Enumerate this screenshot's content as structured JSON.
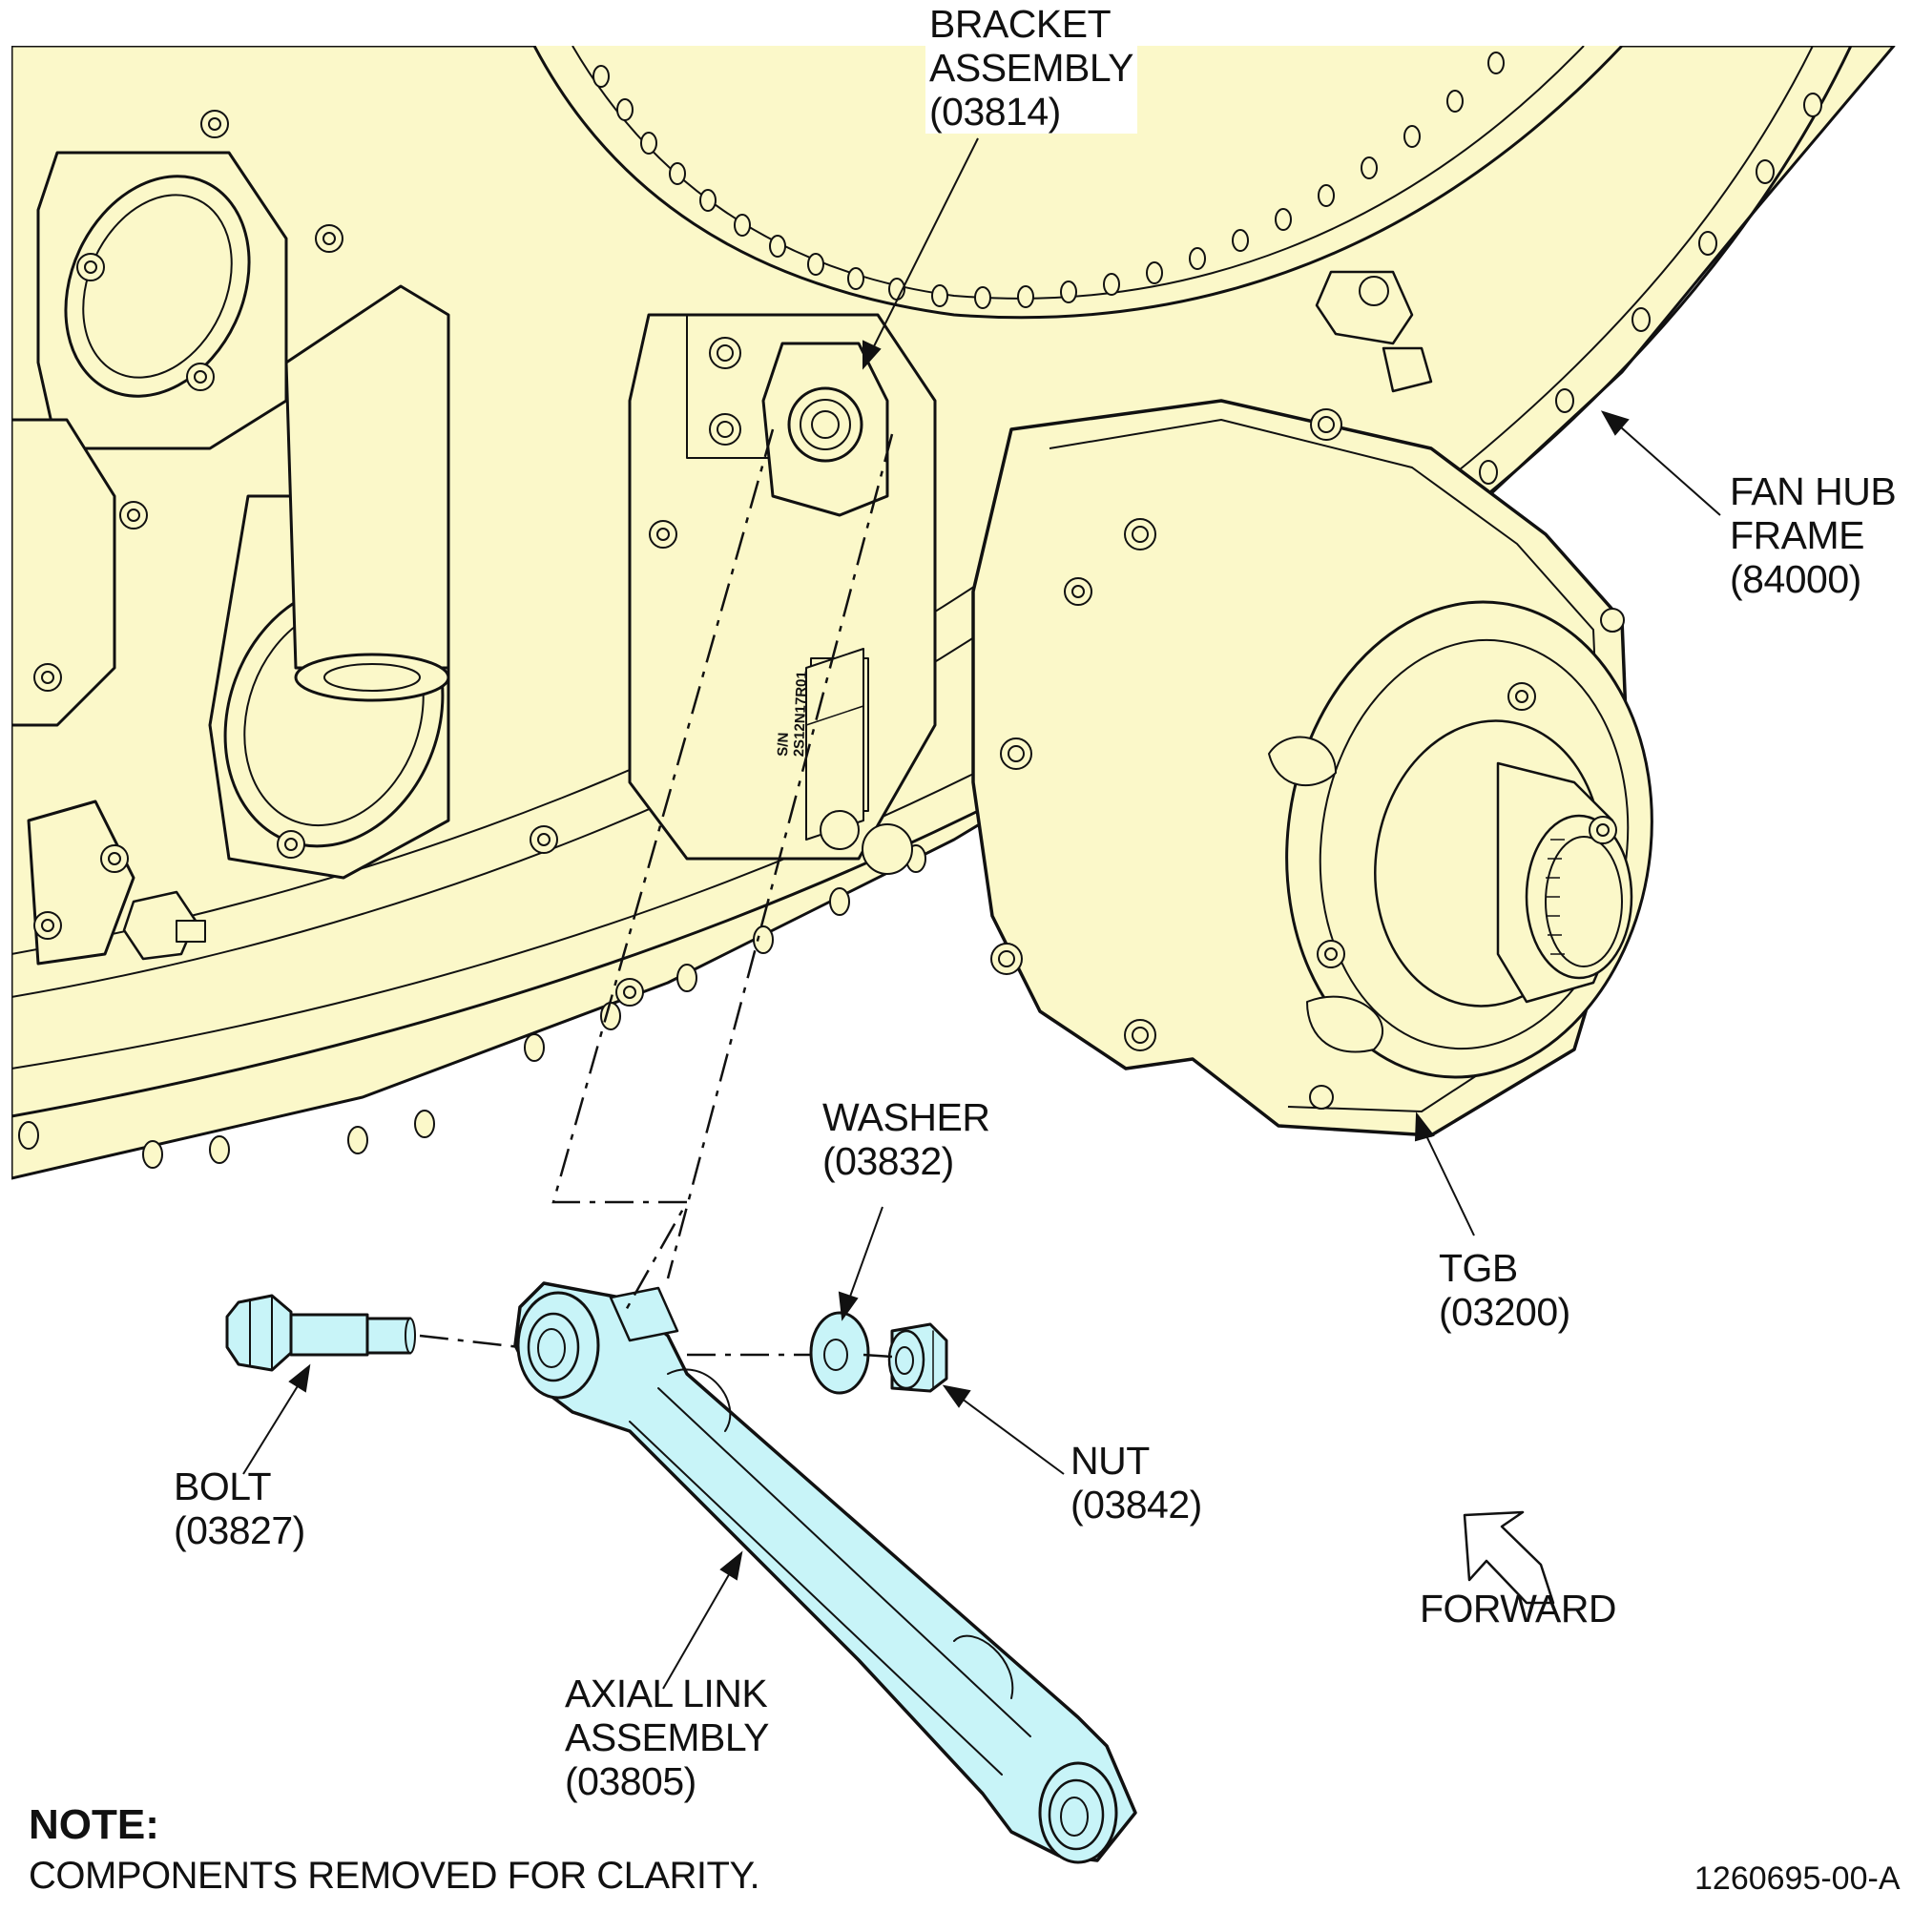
{
  "colors": {
    "frame_fill": "#fbf8c9",
    "part_fill": "#c8f4f8",
    "line": "#111111"
  },
  "labels": {
    "bracket": [
      "BRACKET",
      "ASSEMBLY",
      "(03814)"
    ],
    "fan_hub_frame": [
      "FAN HUB",
      "FRAME",
      "(84000)"
    ],
    "tgb": [
      "TGB",
      "(03200)"
    ],
    "washer": [
      "WASHER",
      "(03832)"
    ],
    "nut": [
      "NUT",
      "(03842)"
    ],
    "bolt": [
      "BOLT",
      "(03827)"
    ],
    "axial_link": [
      "AXIAL LINK",
      "ASSEMBLY",
      "(03805)"
    ],
    "forward": "FORWARD"
  },
  "nameplate": {
    "sn_label": "S/N",
    "serial": "2S12N17R01"
  },
  "note": {
    "heading": "NOTE:",
    "text": "COMPONENTS REMOVED FOR CLARITY."
  },
  "figure_id": "1260695-00-A"
}
